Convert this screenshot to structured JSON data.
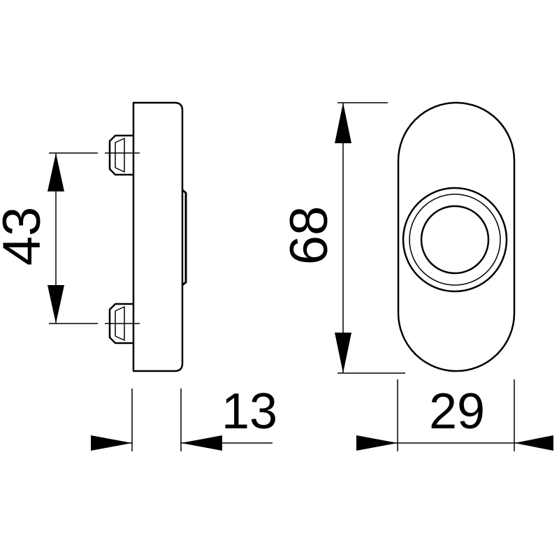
{
  "dimensions": {
    "height_between_screws": "43",
    "rosette_height": "68",
    "projection_depth": "13",
    "rosette_width": "29"
  },
  "colors": {
    "line": "#000000",
    "background": "#ffffff"
  }
}
